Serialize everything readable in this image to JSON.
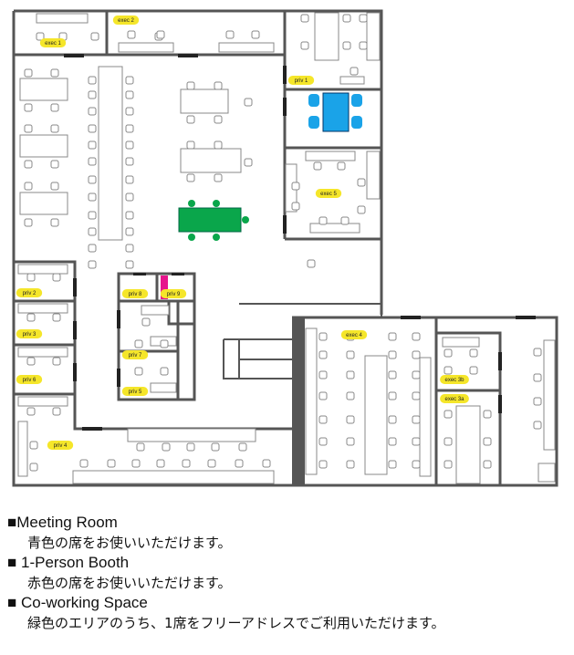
{
  "floorplan": {
    "rooms": {
      "exec1": "exec 1",
      "exec2": "exec 2",
      "priv1": "priv 1",
      "exec5": "exec 5",
      "priv2": "priv 2",
      "priv3": "priv 3",
      "priv6": "priv 6",
      "priv8": "priv 8",
      "priv9": "priv 9",
      "priv7": "priv 7",
      "priv5": "priv 5",
      "priv4": "priv 4",
      "exec4": "exec 4",
      "exec3b": "exec 3b",
      "exec3a": "exec 3a"
    },
    "colors": {
      "meeting": "#1aa3e8",
      "booth": "#e6158c",
      "coworking": "#0aa64b",
      "label": "#f5e62a",
      "wall": "#555555"
    }
  },
  "legend": [
    {
      "title": "■Meeting Room",
      "desc": "青色の席をお使いいただけます。"
    },
    {
      "title": "■ 1-Person Booth",
      "desc": "赤色の席をお使いいただけます。"
    },
    {
      "title": "■ Co-working Space",
      "desc": "緑色のエリアのうち、1席をフリーアドレスでご利用いただけます。"
    }
  ]
}
